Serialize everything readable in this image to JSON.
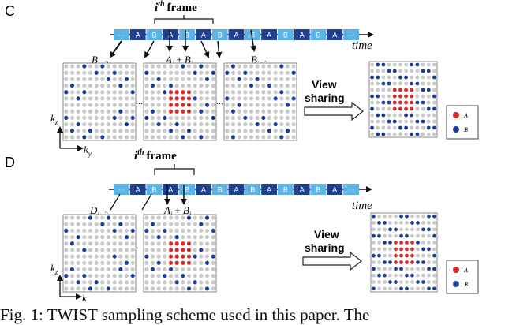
{
  "panel_c": {
    "letter": "C",
    "frame_label": "i",
    "frame_sup": "th",
    "frame_word": "frame",
    "time": "time",
    "timeline": [
      "···",
      "A",
      "B",
      "A",
      "B",
      "A",
      "B",
      "A",
      "B",
      "A",
      "B",
      "A",
      "B",
      "A",
      "···"
    ],
    "labels": {
      "left": "B",
      "left_sub": "i−2",
      "mid_a": "A",
      "mid_a_sub": "i",
      "plus": "+",
      "mid_b": "B",
      "mid_b_sub": "i",
      "right": "B",
      "right_sub": "i+2"
    },
    "ellipsis": "...",
    "view": "View",
    "sharing": "sharing",
    "axis_v": "k",
    "axis_v_sub": "z",
    "axis_h": "k",
    "axis_h_sub": "y",
    "legend": [
      "A",
      "B"
    ]
  },
  "panel_d": {
    "letter": "D",
    "frame_label": "i",
    "frame_sup": "th",
    "frame_word": "frame",
    "time": "time",
    "timeline": [
      "···",
      "A",
      "B",
      "A",
      "B",
      "A",
      "B",
      "A",
      "B",
      "A",
      "B",
      "A",
      "B",
      "A",
      "···"
    ],
    "labels": {
      "left": "D",
      "left_sub": "i−2",
      "mid_a": "A",
      "mid_a_sub": "i",
      "plus": "+",
      "mid_b": "B",
      "mid_b_sub": "i"
    },
    "ellipsis": "·",
    "view": "View",
    "sharing": "sharing",
    "axis_v": "k",
    "axis_v_sub": "z",
    "axis_h": "k",
    "legend": [
      "A",
      "B"
    ]
  },
  "caption": "Fig. 1: TWIST sampling scheme used in this paper. The",
  "colors": {
    "timeline_light": "#5cb3e6",
    "timeline_dark": "#1f3f8f",
    "red_dot": "#d42a2a",
    "blue_dot": "#1c3e9a",
    "grey_dot": "#c9c9c9"
  }
}
